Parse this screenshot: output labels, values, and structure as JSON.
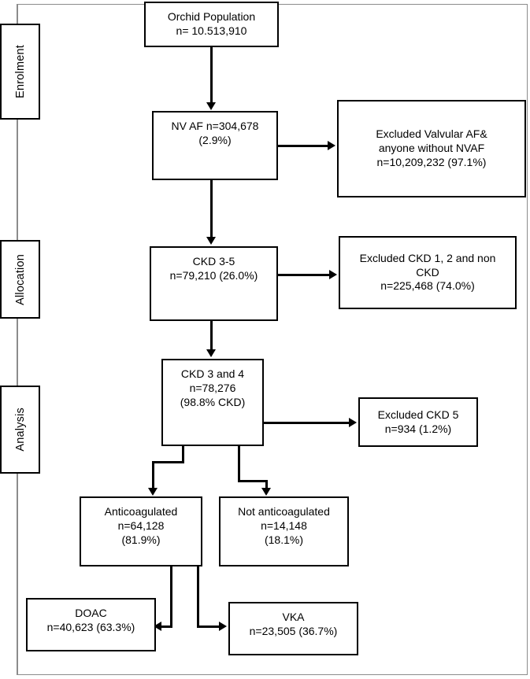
{
  "diagram": {
    "title": "CONSORT-style patient selection flow diagram",
    "background_color": "#ffffff",
    "line_color": "#000000",
    "frame_color": "#8c8c8c"
  },
  "stages": [
    {
      "label": "Enrolment"
    },
    {
      "label": "Allocation"
    },
    {
      "label": "Analysis"
    }
  ],
  "nodes": {
    "orchid_population": "Orchid Population\nn= 10.513,910",
    "nvaf": "NV AF n=304,678\n(2.9%)",
    "excluded_valvular": "Excluded Valvular AF&\nanyone without NVAF\nn=10,209,232 (97.1%)",
    "ckd_3_5": "CKD 3-5\nn=79,210 (26.0%)",
    "excluded_ckd_1_2_non": "Excluded CKD 1, 2 and non\nCKD\nn=225,468 (74.0%)",
    "ckd_3_and_4": "CKD 3 and 4\nn=78,276\n(98.8% CKD)",
    "excluded_ckd_5": "Excluded CKD 5\nn=934 (1.2%)",
    "anticoagulated": "Anticoagulated\nn=64,128\n(81.9%)",
    "not_anticoagulated": "Not anticoagulated\nn=14,148\n(18.1%)",
    "doac": "DOAC\nn=40,623 (63.3%)",
    "vka": "VKA\nn=23,505 (36.7%)"
  },
  "chart_data": {
    "type": "flowchart",
    "title": "Patient selection flow",
    "stages": [
      "Enrolment",
      "Allocation",
      "Analysis"
    ],
    "steps": [
      {
        "id": "orchid_population",
        "label": "Orchid Population",
        "n": 10513910,
        "percent": null,
        "stage": "Enrolment"
      },
      {
        "id": "nvaf",
        "label": "NV AF",
        "n": 304678,
        "percent": 2.9,
        "stage": "Enrolment"
      },
      {
        "id": "excluded_valvular",
        "label": "Excluded Valvular AF& anyone without NVAF",
        "n": 10209232,
        "percent": 97.1,
        "stage": "Enrolment",
        "excluded": true
      },
      {
        "id": "ckd_3_5",
        "label": "CKD 3-5",
        "n": 79210,
        "percent": 26.0,
        "stage": "Allocation"
      },
      {
        "id": "excluded_ckd_1_2_non",
        "label": "Excluded CKD 1, 2 and non CKD",
        "n": 225468,
        "percent": 74.0,
        "stage": "Allocation",
        "excluded": true
      },
      {
        "id": "ckd_3_and_4",
        "label": "CKD 3 and 4",
        "n": 78276,
        "percent": 98.8,
        "percent_basis": "CKD",
        "stage": "Analysis"
      },
      {
        "id": "excluded_ckd_5",
        "label": "Excluded CKD 5",
        "n": 934,
        "percent": 1.2,
        "stage": "Analysis",
        "excluded": true
      },
      {
        "id": "anticoagulated",
        "label": "Anticoagulated",
        "n": 64128,
        "percent": 81.9,
        "stage": "Analysis"
      },
      {
        "id": "not_anticoagulated",
        "label": "Not anticoagulated",
        "n": 14148,
        "percent": 18.1,
        "stage": "Analysis"
      },
      {
        "id": "doac",
        "label": "DOAC",
        "n": 40623,
        "percent": 63.3,
        "stage": "Analysis"
      },
      {
        "id": "vka",
        "label": "VKA",
        "n": 23505,
        "percent": 36.7,
        "stage": "Analysis"
      }
    ],
    "edges": [
      {
        "from": "orchid_population",
        "to": "nvaf"
      },
      {
        "from": "nvaf",
        "to": "excluded_valvular"
      },
      {
        "from": "nvaf",
        "to": "ckd_3_5"
      },
      {
        "from": "ckd_3_5",
        "to": "excluded_ckd_1_2_non"
      },
      {
        "from": "ckd_3_5",
        "to": "ckd_3_and_4"
      },
      {
        "from": "ckd_3_and_4",
        "to": "excluded_ckd_5"
      },
      {
        "from": "ckd_3_and_4",
        "to": "anticoagulated"
      },
      {
        "from": "ckd_3_and_4",
        "to": "not_anticoagulated"
      },
      {
        "from": "anticoagulated",
        "to": "doac"
      },
      {
        "from": "anticoagulated",
        "to": "vka"
      }
    ]
  }
}
